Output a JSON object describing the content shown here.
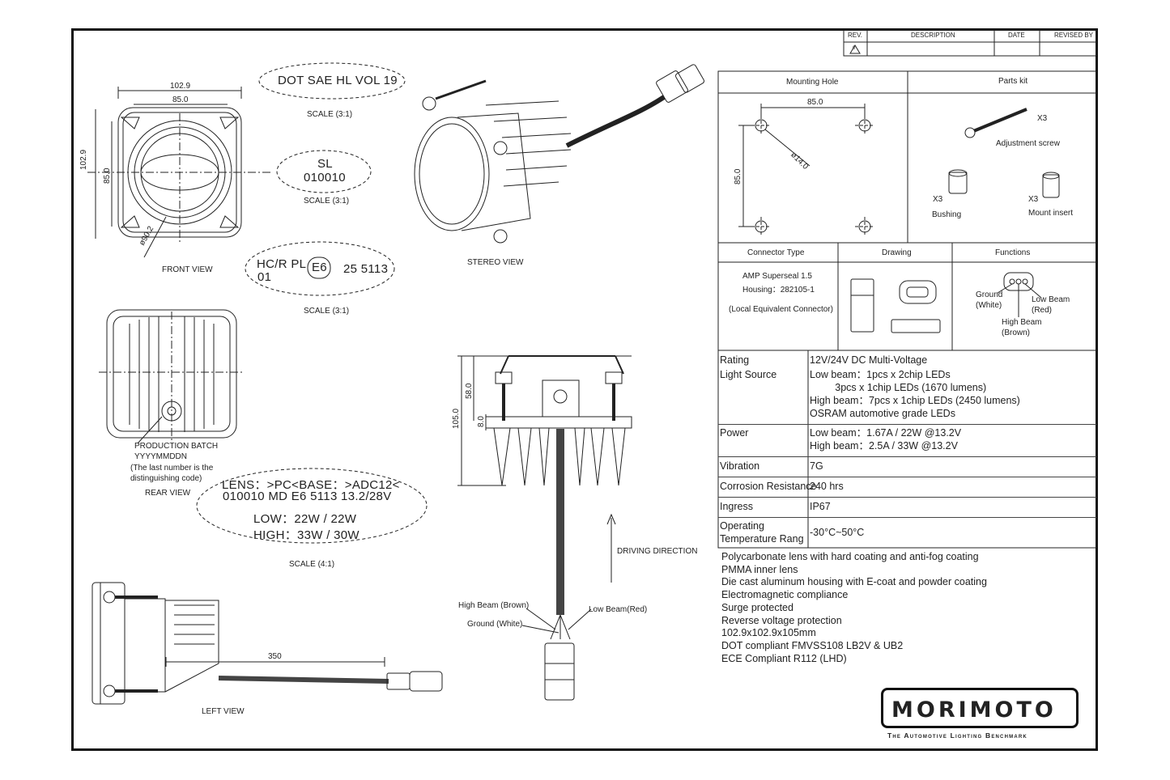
{
  "revision_table": {
    "headers": [
      "REV.",
      "DESCRIPTION",
      "DATE",
      "REVISED BY"
    ],
    "rev_symbol": "0"
  },
  "front_view": {
    "dim_width_outer": "102.9",
    "dim_width_inner": "85.0",
    "dim_height_outer": "102.9",
    "dim_height_inner": "85.0",
    "dim_diameter": "ø90.2",
    "label": "FRONT VIEW"
  },
  "markings": {
    "dot": "DOT SAE HL VOL 19",
    "dot_scale": "SCALE (3:1)",
    "sl_line1": "SL",
    "sl_line2": "010010",
    "sl_scale": "SCALE (3:1)",
    "ece_line1": "HC/R PL",
    "ece_line2": "01",
    "ece_mark": "E6",
    "ece_number": "25  5113",
    "ece_scale": "SCALE (3:1)"
  },
  "stereo_view": {
    "label": "STEREO  VIEW"
  },
  "rear_view": {
    "batch_line1": "PRODUCTION BATCH",
    "batch_line2": "YYYYMMDDN",
    "batch_note1": "(The last number is the",
    "batch_note2": "distinguishing code)",
    "label": "REAR VIEW"
  },
  "lens_marking": {
    "line1": "LENS：>PC<BASE：>ADC12<",
    "line2": "010010   MD E6 5113   13.2/28V",
    "line3": "LOW：22W / 22W",
    "line4": "HIGH：33W / 30W",
    "scale": "SCALE (4:1)"
  },
  "side_view": {
    "dim_total": "105.0",
    "dim_upper": "58.0",
    "dim_small": "8.0",
    "driving_direction": "DRIVING DIRECTION",
    "wire_high": "High Beam (Brown)",
    "wire_ground": "Ground (White)",
    "wire_low": "Low Beam(Red)"
  },
  "left_view": {
    "dim_cable": "350",
    "label": "LEFT VIEW"
  },
  "mounting_hole": {
    "title": "Mounting Hole",
    "dim_h": "85.0",
    "dim_v": "85.0",
    "dim_hole": "ø14.0"
  },
  "parts_kit": {
    "title": "Parts kit",
    "screw_qty": "X3",
    "screw_label": "Adjustment screw",
    "bushing_qty": "X3",
    "bushing_label": "Bushing",
    "insert_qty": "X3",
    "insert_label": "Mount insert"
  },
  "connector": {
    "col1": "Connector Type",
    "col2": "Drawing",
    "col3": "Functions",
    "type_line1": "AMP Superseal 1.5",
    "type_line2": "Housing：282105-1",
    "type_line3": "(Local Equivalent Connector)",
    "fn_ground1": "Ground",
    "fn_ground2": "(White)",
    "fn_low1": "Low Beam",
    "fn_low2": "(Red)",
    "fn_high1": "High Beam",
    "fn_high2": "(Brown)"
  },
  "specs": [
    {
      "key": "Rating",
      "lines": [
        "12V/24V DC Multi-Voltage"
      ]
    },
    {
      "key": "Light Source",
      "lines": [
        "Low beam：1pcs x 2chip LEDs",
        "         3pcs x 1chip LEDs (1670 lumens)",
        "High beam：7pcs x 1chip LEDs (2450 lumens)",
        "OSRAM automotive grade LEDs"
      ]
    },
    {
      "key": "Power",
      "lines": [
        "Low beam：1.67A / 22W @13.2V",
        "High beam：2.5A / 33W @13.2V"
      ]
    },
    {
      "key": "Vibration",
      "lines": [
        "7G"
      ]
    },
    {
      "key": "Corrosion Resistance",
      "lines": [
        "240 hrs"
      ]
    },
    {
      "key": "Ingress",
      "lines": [
        "IP67"
      ]
    },
    {
      "key": "Operating\nTemperature Rang",
      "lines": [
        "-30°C~50°C"
      ]
    }
  ],
  "features": [
    "Polycarbonate lens with hard coating and anti-fog coating",
    "PMMA inner lens",
    "Die cast aluminum housing with E-coat and powder coating",
    "Electromagnetic compliance",
    "Surge protected",
    "Reverse voltage protection",
    "102.9x102.9x105mm",
    "DOT compliant FMVSS108  LB2V & UB2",
    "ECE Compliant  R112 (LHD)"
  ],
  "brand": {
    "logo": "MORIMOTO",
    "tagline": "The Automotive Lighting Benchmark"
  }
}
